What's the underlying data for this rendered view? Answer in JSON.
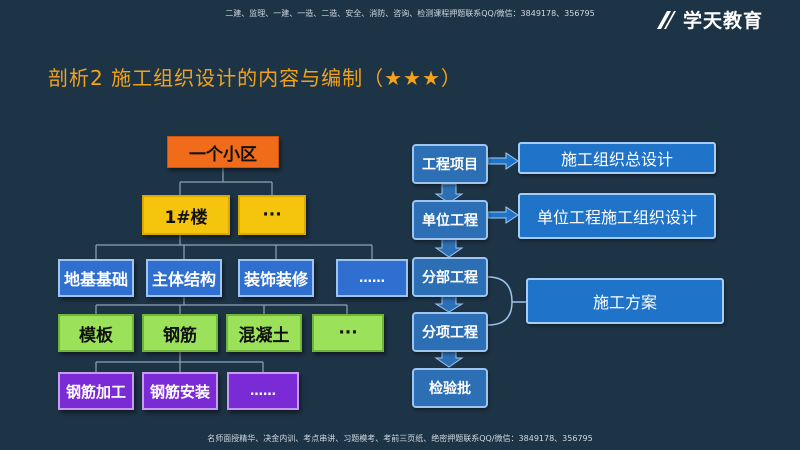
{
  "header": {
    "top_note": "二建、监理、一建、一造、二造、安全、消防、咨询、检测课程押题联系QQ/微信：3849178、356795",
    "brand_name": "学天教育"
  },
  "title": "剖析2  施工组织设计的内容与编制（★★★）",
  "tree": {
    "root": "一个小区",
    "level1": [
      "1#楼",
      "···"
    ],
    "level2": [
      "地基基础",
      "主体结构",
      "装饰装修",
      "……"
    ],
    "level3": [
      "模板",
      "钢筋",
      "混凝土",
      "···"
    ],
    "level4": [
      "钢筋加工",
      "钢筋安装",
      "……"
    ]
  },
  "flow": {
    "steps": [
      "工程项目",
      "单位工程",
      "分部工程",
      "分项工程",
      "检验批"
    ],
    "targets": [
      "施工组织总设计",
      "单位工程施工组织设计",
      "施工方案"
    ]
  },
  "footer": {
    "bottom_note": "名师面授精华、决金内训、考点串讲、习题模考、考前三页纸、绝密押题联系QQ/微信：3849178、356795"
  },
  "colors": {
    "background": "#1d3447",
    "title": "#f2a21b",
    "root": "#f06b1a",
    "level1": "#f5c40d",
    "level2": "#2f6fcf",
    "level3": "#9be25a",
    "level4": "#7b2bd6"
  }
}
